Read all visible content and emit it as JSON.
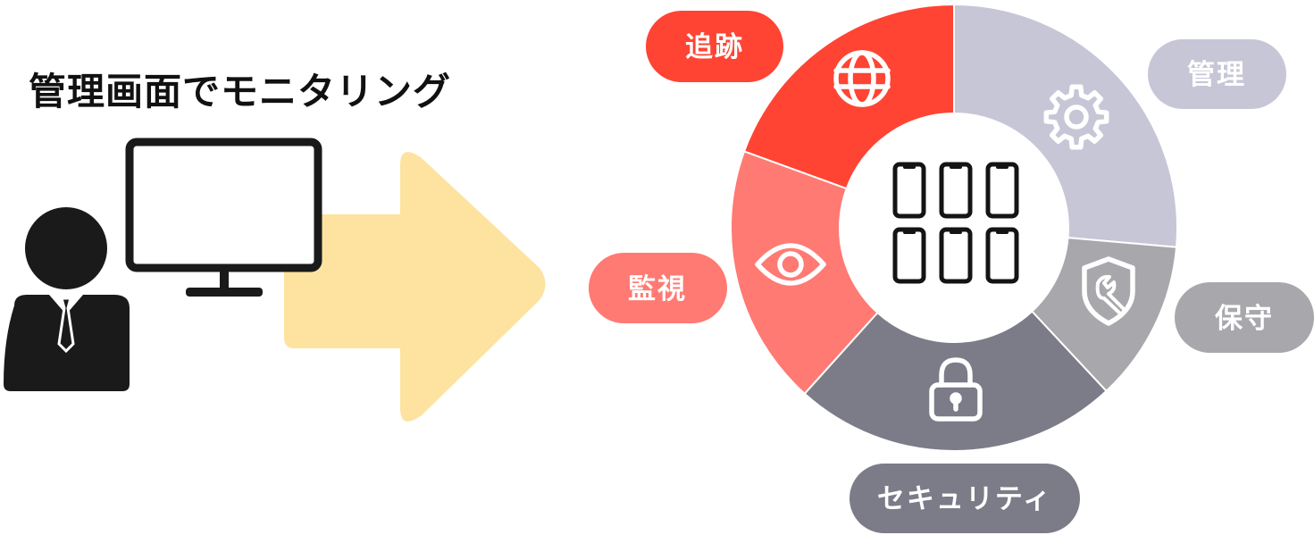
{
  "headline": "管理画面でモニタリング",
  "colors": {
    "tracking": "#ff4433",
    "monitoring": "#ff7a73",
    "security": "#7c7b88",
    "maintenance": "#a8a7ac",
    "management": "#c7c6d6",
    "arrow": "#fde39f",
    "person": "#1a1a1a",
    "monitor_frame": "#1a1a1a"
  },
  "labels": {
    "tracking": "追跡",
    "monitoring": "監視",
    "security": "セキュリティ",
    "maintenance": "保守",
    "management": "管理"
  },
  "icons": {
    "tracking": "globe-icon",
    "monitoring": "eye-icon",
    "security": "lock-icon",
    "maintenance": "shield-wrench-icon",
    "management": "gear-icon",
    "center": "smartphone-grid-icon"
  },
  "center_device_count": 6
}
